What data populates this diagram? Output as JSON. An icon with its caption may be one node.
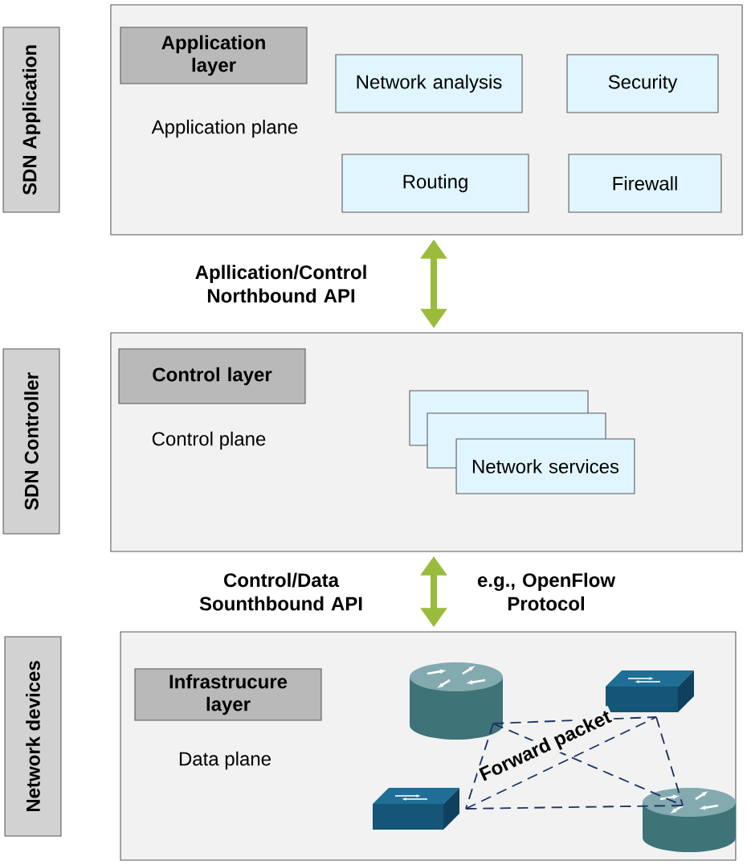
{
  "diagram": {
    "nodes": [
      {
        "text": [
          "SDN Application"
        ]
      },
      {
        "text": [
          "Application plane"
        ]
      },
      {
        "text": [
          "Application layer"
        ],
        "in": 1
      },
      {
        "text": [
          "Network analysis"
        ],
        "in": 1
      },
      {
        "text": [
          "Security"
        ],
        "in": 1
      },
      {
        "text": [
          "Routing"
        ],
        "in": 1
      },
      {
        "text": [
          "Firewall"
        ],
        "in": 1
      },
      {
        "text": [
          "SDN Controller"
        ]
      },
      {
        "text": [
          "Control plane"
        ]
      },
      {
        "text": [
          "Control layer"
        ],
        "in": 8
      },
      {
        "text": [
          "Network services"
        ],
        "in": 8
      },
      {
        "text": [
          "Network devices"
        ]
      },
      {
        "text": [
          "Data plane"
        ]
      },
      {
        "text": [
          "Infrastrucure layer"
        ],
        "in": 12
      },
      {
        "text": [],
        "shape": "router",
        "in": 12
      },
      {
        "text": [],
        "shape": "switch",
        "in": 12
      },
      {
        "text": [],
        "shape": "switch",
        "in": 12
      },
      {
        "text": [],
        "shape": "router",
        "in": 12
      }
    ],
    "edges": [
      {
        "from": 1,
        "to": 8,
        "arrow": "both",
        "label": "Apllication/Control Northbound API",
        "color": "#9bbb3c",
        "style": "thick"
      },
      {
        "from": 8,
        "to": 12,
        "arrow": "both",
        "label": "Control/Data Sounthbound API",
        "color": "#9bbb3c",
        "style": "thick"
      },
      {
        "from": 14,
        "to": 15,
        "arrow": "none",
        "style": "dashed"
      },
      {
        "from": 14,
        "to": 16,
        "arrow": "none",
        "style": "dashed"
      },
      {
        "from": 14,
        "to": 17,
        "arrow": "none",
        "style": "dashed"
      },
      {
        "from": 16,
        "to": 15,
        "arrow": "none",
        "style": "dashed",
        "label": "Forward packet"
      },
      {
        "from": 15,
        "to": 17,
        "arrow": "none",
        "style": "dashed"
      },
      {
        "from": 16,
        "to": 17,
        "arrow": "none",
        "style": "dashed"
      }
    ],
    "labels": [
      "e.g., OpenFlow Protocol"
    ]
  }
}
